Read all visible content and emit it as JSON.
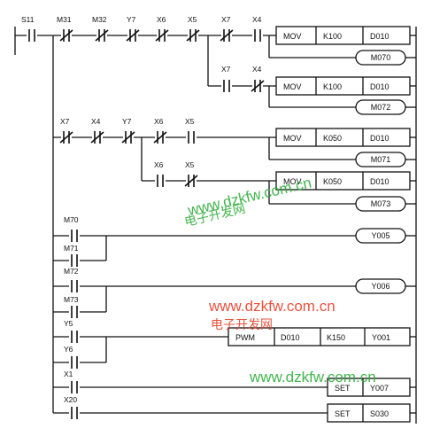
{
  "labels": {
    "s11": "S11",
    "m31": "M31",
    "m32": "M32",
    "y7a": "Y7",
    "x6a": "X6",
    "x5a": "X5",
    "x7a": "X7",
    "x4a": "X4",
    "x7b": "X7",
    "x4b": "X4",
    "x7c": "X7",
    "x4c": "X4",
    "y7c": "Y7",
    "x6c": "X6",
    "x5c": "X5",
    "x6d": "X6",
    "x5d": "X5",
    "m70": "M70",
    "m71": "M71",
    "m72": "M72",
    "m73": "M73",
    "y5": "Y5",
    "y6": "Y6",
    "x1": "X1",
    "x20": "X20"
  },
  "instructions": {
    "i1": [
      "MOV",
      "K100",
      "D010"
    ],
    "i2": [
      "MOV",
      "K100",
      "D010"
    ],
    "i3": [
      "MOV",
      "K050",
      "D010"
    ],
    "i4": [
      "MOV",
      "K050",
      "D010"
    ],
    "pwm": [
      "PWM",
      "D010",
      "K150",
      "Y001"
    ],
    "set1": [
      "SET",
      "Y007"
    ],
    "set2": [
      "SET",
      "S030"
    ]
  },
  "coils": {
    "m070": "M070",
    "m072": "M072",
    "m071": "M071",
    "m073": "M073",
    "y005": "Y005",
    "y006": "Y006"
  },
  "watermarks": {
    "url1": "www.dzkfw.com.cn",
    "cn1": "电子开发网",
    "url2": "www.dzkfw.com.cn",
    "cn2": "电子开发网",
    "url3": "www.dzkfw.com.cn"
  },
  "colors": {
    "line": "#111111",
    "wm_green": "#2fae3a",
    "wm_red": "#e8402a"
  }
}
